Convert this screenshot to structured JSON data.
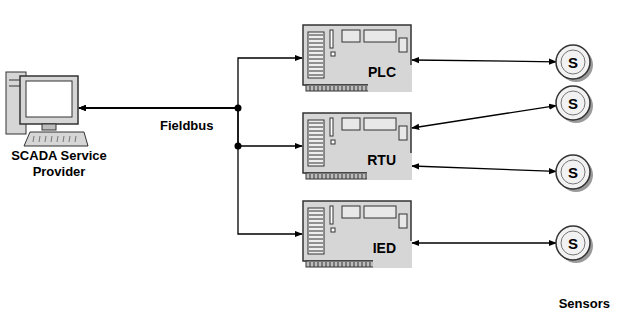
{
  "diagram": {
    "nodes": [
      {
        "text": [
          "SCADA Service Provider"
        ]
      },
      {
        "text": [
          "PLC"
        ]
      },
      {
        "text": [
          "RTU"
        ]
      },
      {
        "text": [
          "IED"
        ]
      },
      {
        "text": [
          "S"
        ]
      },
      {
        "text": [
          "S"
        ]
      },
      {
        "text": [
          "S"
        ]
      },
      {
        "text": [
          "S"
        ]
      }
    ],
    "edges": [
      {
        "from": 0,
        "to": 1,
        "arrow": "both"
      },
      {
        "from": 0,
        "to": 2,
        "arrow": "both"
      },
      {
        "from": 0,
        "to": 3,
        "arrow": "both"
      },
      {
        "from": 1,
        "to": 4,
        "arrow": "both"
      },
      {
        "from": 2,
        "to": 5,
        "arrow": "both"
      },
      {
        "from": 2,
        "to": 6,
        "arrow": "both"
      },
      {
        "from": 3,
        "to": 7,
        "arrow": "both"
      }
    ],
    "labels": [
      "Fieldbus",
      "Sensors"
    ]
  }
}
